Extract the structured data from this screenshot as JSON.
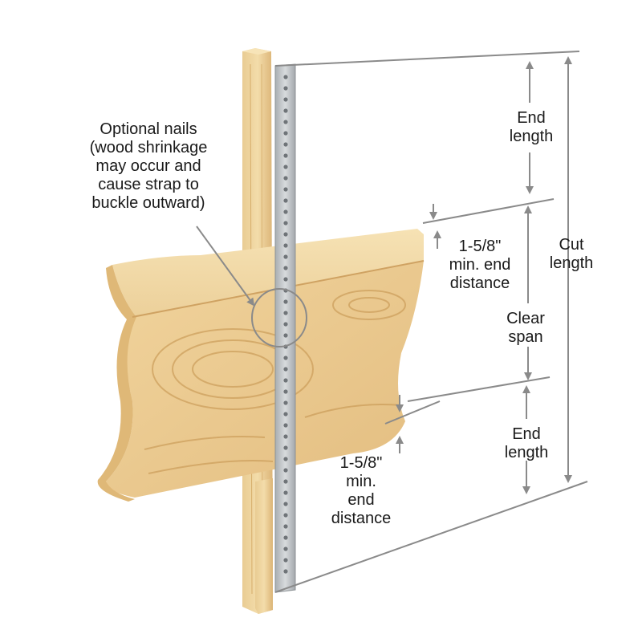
{
  "labels": {
    "optional_nails": [
      "Optional nails",
      "(wood shrinkage",
      "may occur and",
      "cause strap to",
      "buckle outward)"
    ],
    "end_length_top": [
      "End",
      "length"
    ],
    "cut_length": [
      "Cut",
      "length"
    ],
    "end_distance_top": [
      "1-5/8\"",
      "min. end",
      "distance"
    ],
    "clear_span": [
      "Clear",
      "span"
    ],
    "end_length_bottom": [
      "End",
      "length"
    ],
    "end_distance_bottom": [
      "1-5/8\"",
      "min.",
      "end",
      "distance"
    ]
  },
  "colors": {
    "lumber_light": "#f2d9a6",
    "lumber_mid": "#e8c48a",
    "lumber_dark": "#c99c5a",
    "grain": "#c08a48",
    "strap": "#c9ccce",
    "strap_edge": "#8d9296",
    "dimension": "#8a8a8a",
    "text": "#1a1a1a"
  }
}
